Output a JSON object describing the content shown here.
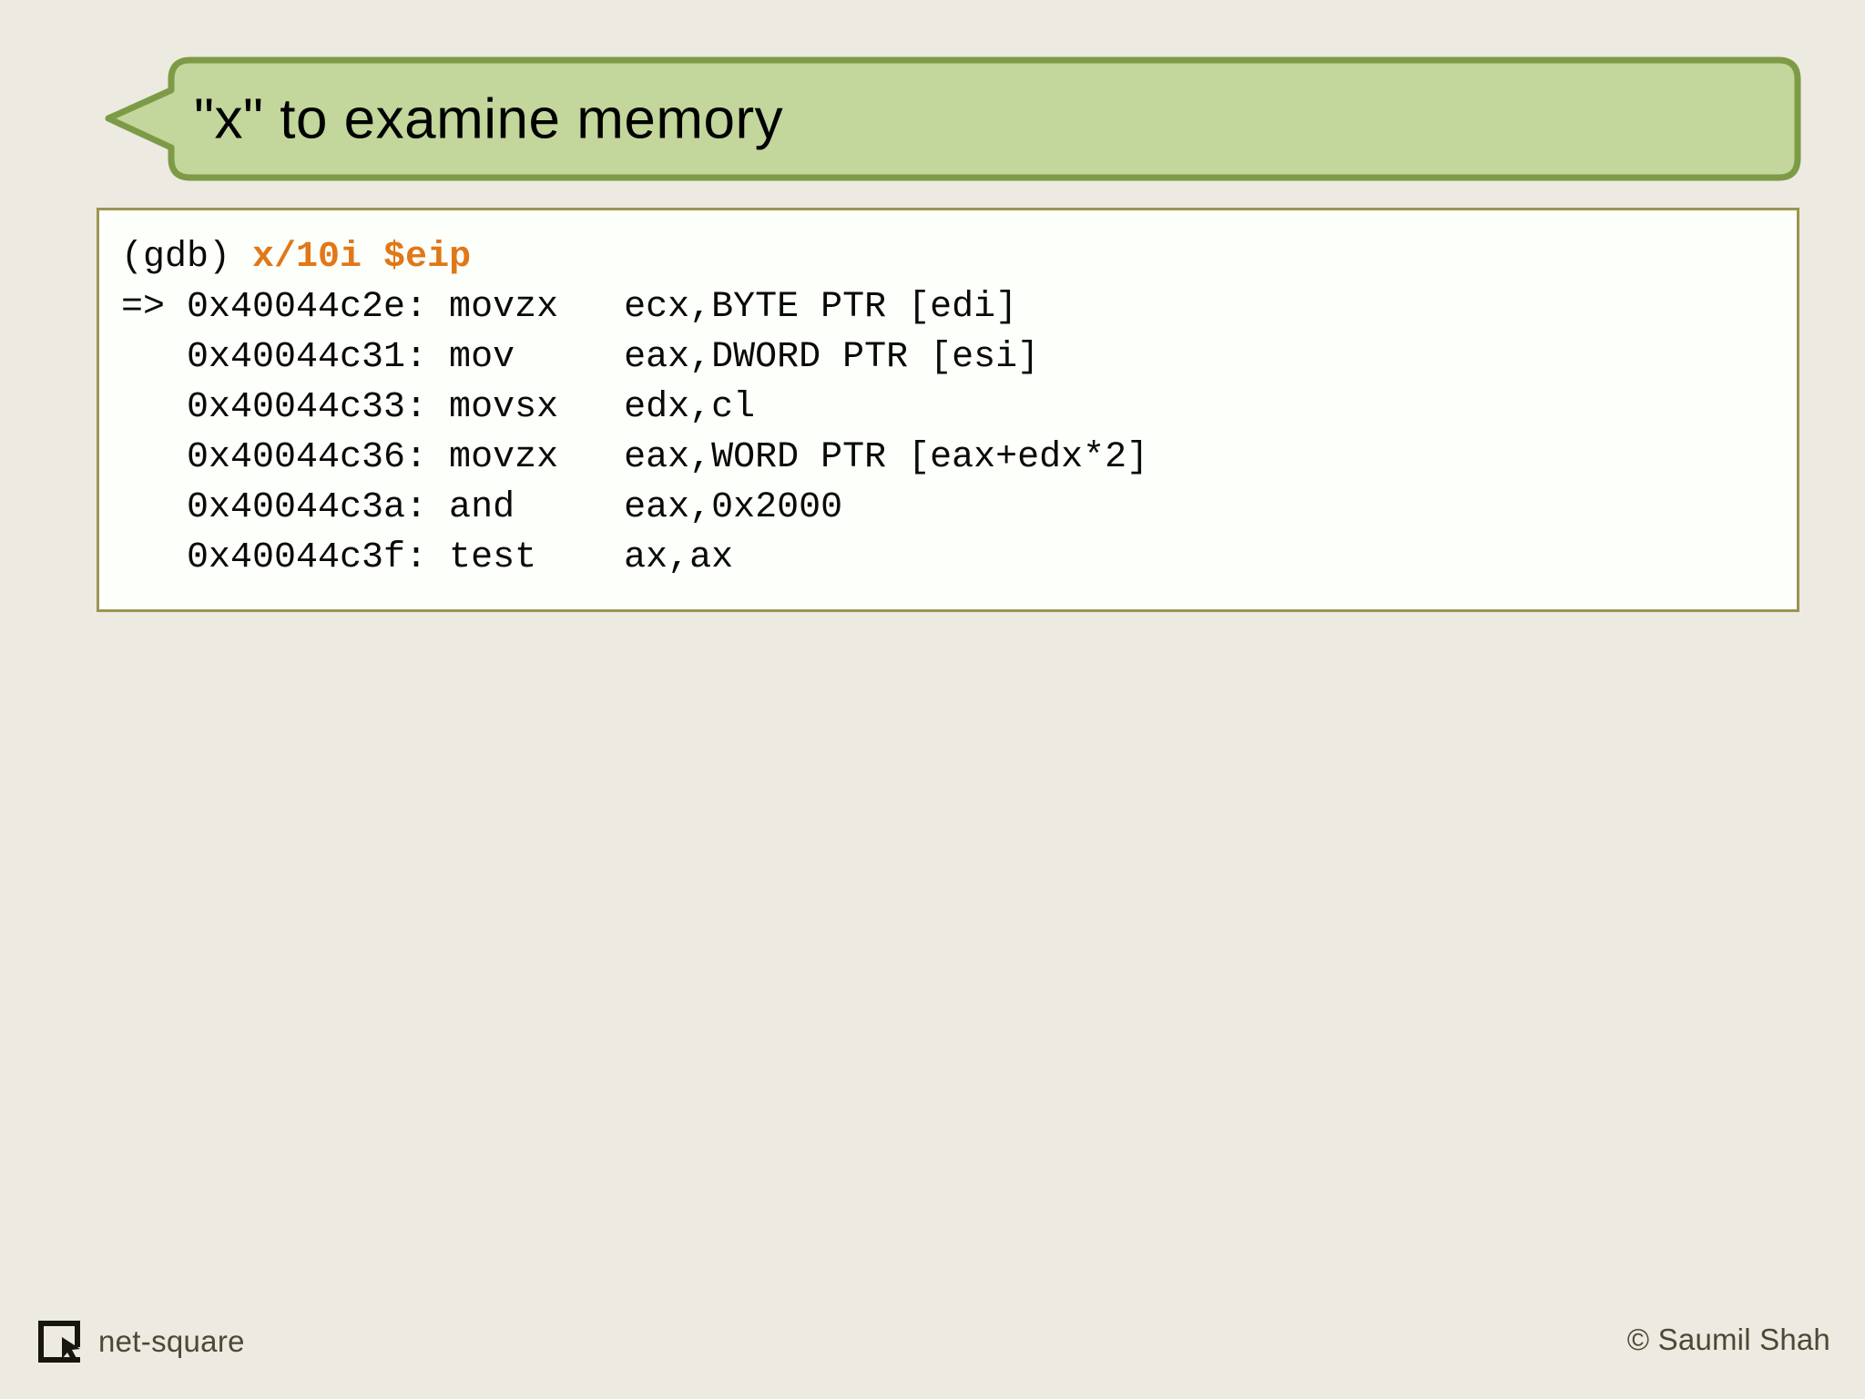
{
  "slide": {
    "background_color": "#edeae1",
    "title": "\"x\" to examine memory",
    "callout": {
      "fill_color": "#c3d69b",
      "border_color": "#7d9b46"
    }
  },
  "code_block": {
    "border_color": "#9b9551",
    "background_color": "#fdfffa",
    "prompt_label": "(gdb) ",
    "prompt_command": "x/10i $eip",
    "command_color": "#e07818",
    "lines": [
      "=> 0x40044c2e: movzx   ecx,BYTE PTR [edi]",
      "   0x40044c31: mov     eax,DWORD PTR [esi]",
      "   0x40044c33: movsx   edx,cl",
      "   0x40044c36: movzx   eax,WORD PTR [eax+edx*2]",
      "   0x40044c3a: and     eax,0x2000",
      "   0x40044c3f: test    ax,ax"
    ]
  },
  "footer": {
    "logo_text": "net-square",
    "logo_icon": "net-square-logo-icon",
    "copyright": "© Saumil Shah"
  }
}
